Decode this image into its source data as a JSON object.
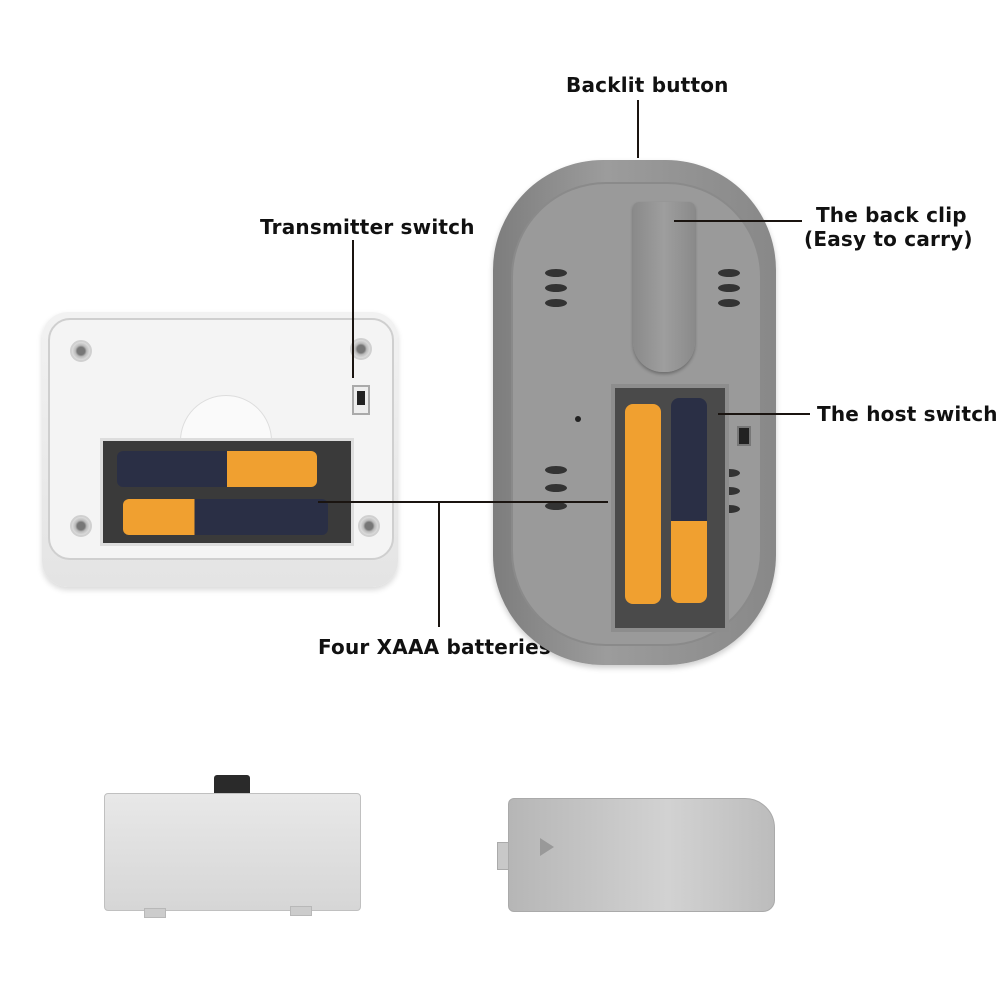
{
  "callouts": {
    "backlit_button": "Backlit button",
    "back_clip_line1": "The back clip",
    "back_clip_line2": "(Easy to carry)",
    "transmitter_switch": "Transmitter switch",
    "host_switch": "The host switch",
    "batteries": "Four XAAA batteries"
  },
  "objects": {
    "transmitter_unit": "white transmitter with open battery bay",
    "host_unit": "grey host unit with belt clip and open battery bay",
    "transmitter_cover": "white battery cover",
    "host_cover": "silver battery cover"
  },
  "colors": {
    "text": "#111111",
    "leader_line": "#1a1410",
    "host_grey": "#9a9a9a",
    "transmitter_white": "#f2f2f2",
    "battery_orange": "#f0a030",
    "battery_navy": "#2a2f45"
  }
}
